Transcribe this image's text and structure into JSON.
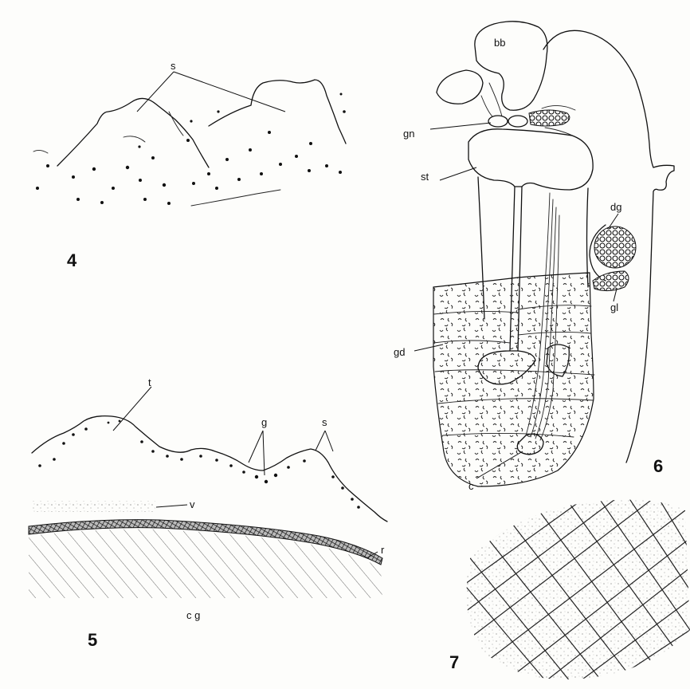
{
  "figures": [
    {
      "number": "4",
      "labels": [
        "s"
      ]
    },
    {
      "number": "5",
      "labels": [
        "t",
        "g",
        "s",
        "v",
        "r",
        "c g"
      ]
    },
    {
      "number": "6",
      "labels": [
        "bb",
        "gn",
        "st",
        "dg",
        "gl",
        "gd",
        "c"
      ]
    },
    {
      "number": "7",
      "labels": []
    }
  ],
  "style": {
    "ink": "#111111",
    "paper": "#fdfdfb"
  }
}
